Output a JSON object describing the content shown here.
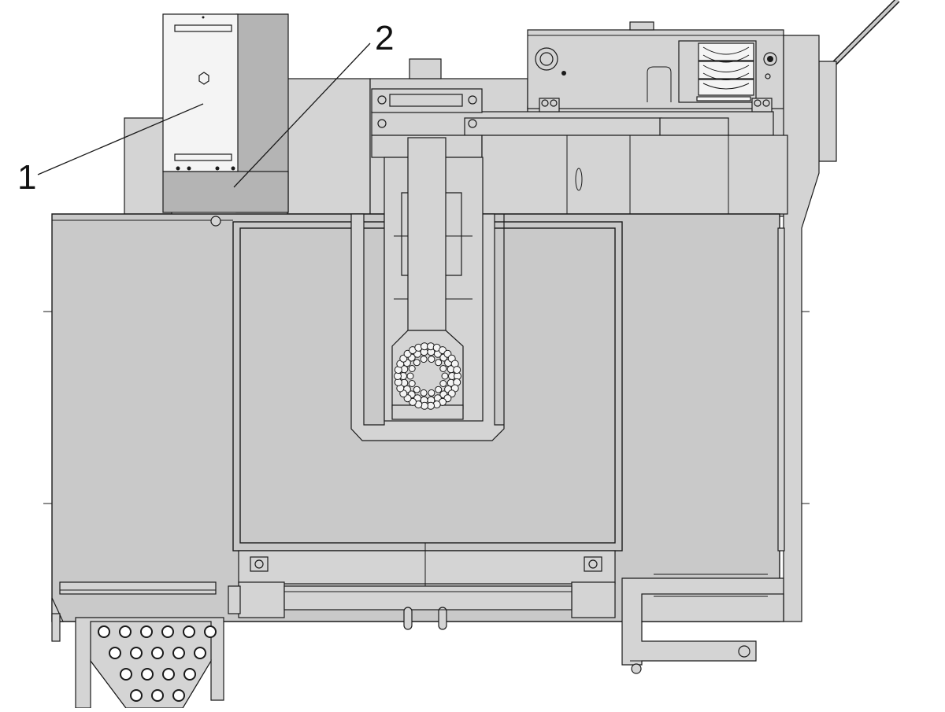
{
  "callouts": [
    {
      "id": "1",
      "label": "1"
    },
    {
      "id": "2",
      "label": "2"
    }
  ],
  "colors": {
    "panel": "#c9c9c9",
    "panel_light": "#d4d4d4",
    "panel_dark": "#b4b4b4",
    "outline": "#1a1a1a",
    "component_white": "#f4f4f4"
  }
}
